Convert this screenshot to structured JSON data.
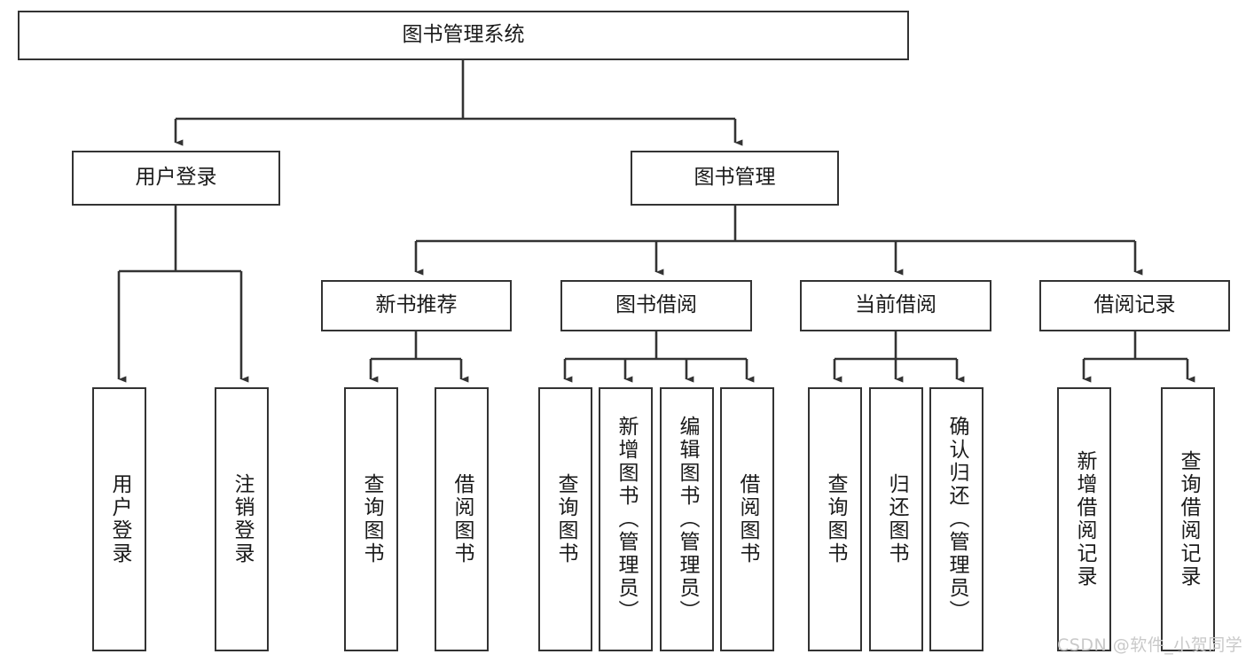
{
  "diagram": {
    "title": "图书管理系统",
    "type": "tree-hierarchy-diagram",
    "colors": {
      "box_border": "#333333",
      "box_fill": "#ffffff",
      "connector": "#333333",
      "text": "#1a1a1a",
      "watermark": "#c9c9c9",
      "background": "#ffffff"
    },
    "root": {
      "label": "图书管理系统"
    },
    "level1": [
      {
        "label": "用户登录"
      },
      {
        "label": "图书管理"
      }
    ],
    "level2": [
      {
        "label": "新书推荐"
      },
      {
        "label": "图书借阅"
      },
      {
        "label": "当前借阅"
      },
      {
        "label": "借阅记录"
      }
    ],
    "leaves": {
      "user_login": [
        {
          "label": "用户登录"
        },
        {
          "label": "注销登录"
        }
      ],
      "new_book_recommend": [
        {
          "label": "查询图书"
        },
        {
          "label": "借阅图书"
        }
      ],
      "book_borrow": [
        {
          "label": "查询图书"
        },
        {
          "label": "新增图书（管理员）"
        },
        {
          "label": "编辑图书（管理员）"
        },
        {
          "label": "借阅图书"
        }
      ],
      "current_borrow": [
        {
          "label": "查询图书"
        },
        {
          "label": "归还图书"
        },
        {
          "label": "确认归还（管理员）"
        }
      ],
      "borrow_record": [
        {
          "label": "新增借阅记录"
        },
        {
          "label": "查询借阅记录"
        }
      ]
    },
    "watermark": "CSDN @软件_小贺同学"
  }
}
